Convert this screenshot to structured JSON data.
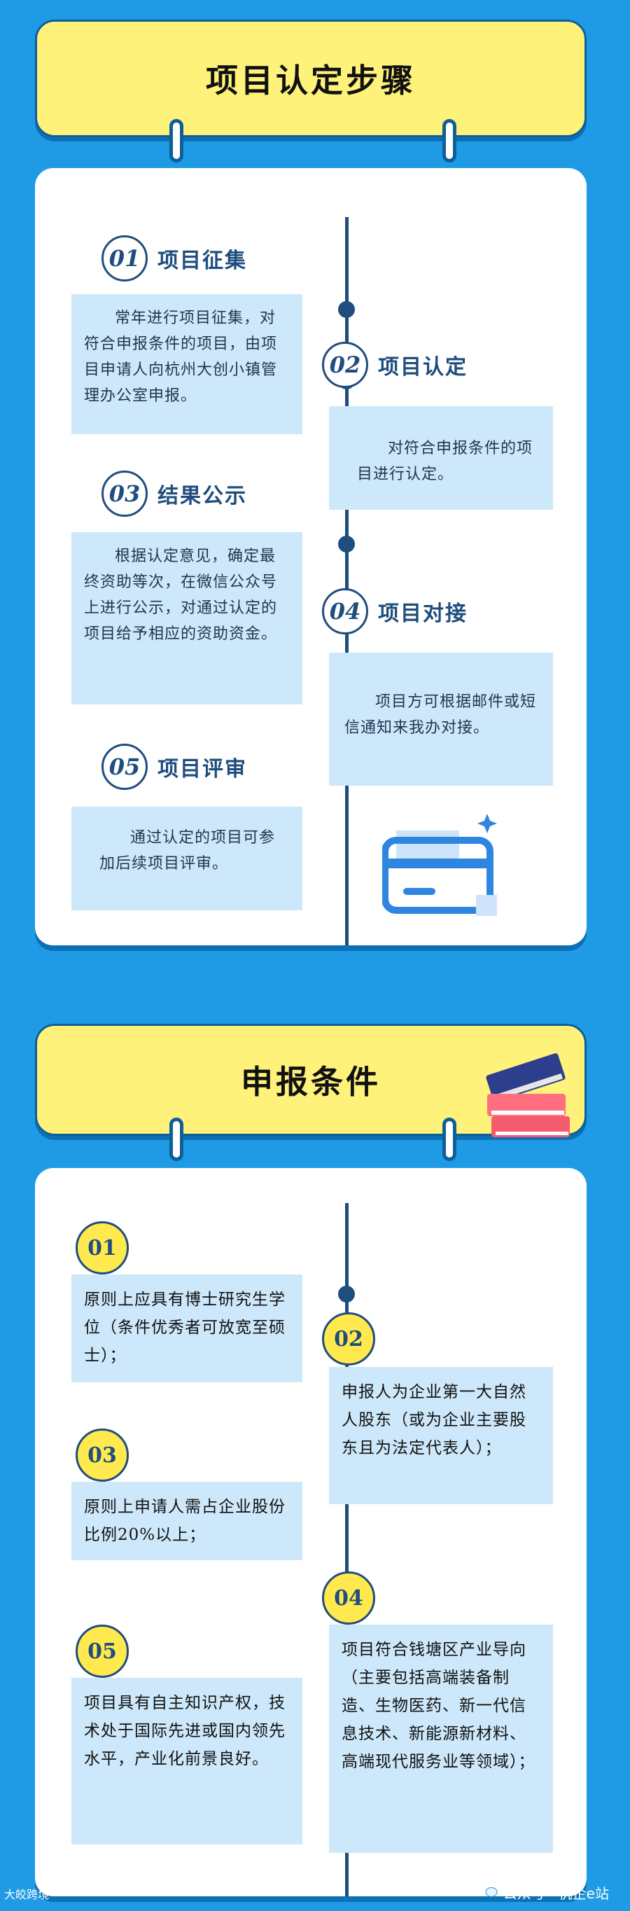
{
  "section1": {
    "title": "项目认定步骤",
    "steps": [
      {
        "num": "01",
        "name": "项目征集",
        "text": "常年进行项目征集，对符合申报条件的项目，由项目申请人向杭州大创小镇管理办公室申报。"
      },
      {
        "num": "02",
        "name": "项目认定",
        "text": "对符合申报条件的项目进行认定。"
      },
      {
        "num": "03",
        "name": "结果公示",
        "text": "根据认定意见，确定最终资助等次，在微信公众号上进行公示，对通过认定的项目给予相应的资助资金。"
      },
      {
        "num": "04",
        "name": "项目对接",
        "text": "项目方可根据邮件或短信通知来我办对接。"
      },
      {
        "num": "05",
        "name": "项目评审",
        "text": "通过认定的项目可参加后续项目评审。"
      }
    ]
  },
  "section2": {
    "title": "申报条件",
    "items": [
      {
        "num": "01",
        "text": "原则上应具有博士研究生学位（条件优秀者可放宽至硕士）；"
      },
      {
        "num": "02",
        "text": "申报人为企业第一大自然人股东（或为企业主要股东且为法定代表人）；"
      },
      {
        "num": "03",
        "text": "原则上申请人需占企业股份比例20%以上；"
      },
      {
        "num": "04",
        "text": "项目符合钱塘区产业导向（主要包括高端装备制造、生物医药、新一代信息技术、新能源新材料、高端现代服务业等领域）；"
      },
      {
        "num": "05",
        "text": "项目具有自主知识产权，技术处于国际先进或国内领先水平，产业化前景良好。"
      }
    ]
  },
  "footer": {
    "left": "大皎跨境",
    "right": "公众号 · 杭企e站"
  },
  "icons": {
    "card": "credit-card-icon",
    "books": "books-icon",
    "wechat": "wechat-icon"
  },
  "colors": {
    "background": "#1f9be6",
    "banner": "#fff27a",
    "text_box": "#cde8fa",
    "timeline": "#1f4d7d",
    "number_circle": "#ffe94e"
  }
}
